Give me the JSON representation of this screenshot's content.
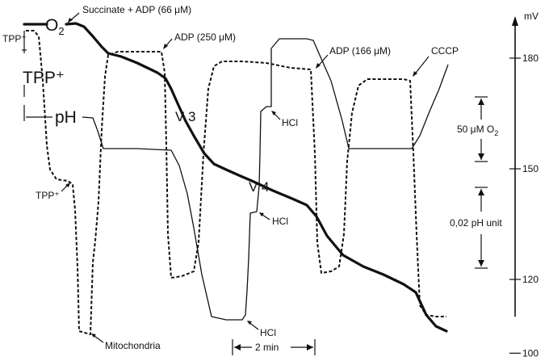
{
  "chart_data": {
    "type": "line",
    "title": "",
    "xlabel": "",
    "ylabel": "",
    "series": [
      {
        "name": "O2",
        "label": "O",
        "subscript": "2"
      },
      {
        "name": "TPP+",
        "label": "TPP⁺"
      },
      {
        "name": "pH",
        "label": "pH"
      }
    ],
    "tpp_marker": "TPP⁺",
    "annotations": [
      "Succinate + ADP (66 μM)",
      "ADP (250 μM)",
      "ADP (166 μM)",
      "CCCP",
      "V 3",
      "V 4",
      "HCl",
      "HCl",
      "HCl",
      "TPP⁺",
      "Mitochondria"
    ],
    "scale_bars": {
      "time": "2 min",
      "oxygen": {
        "value": "50 μM O",
        "subscript": "2"
      },
      "ph": "0,02 pH unit"
    },
    "axis": {
      "unit": "mV",
      "ticks": [
        180,
        150,
        120,
        100
      ]
    }
  }
}
